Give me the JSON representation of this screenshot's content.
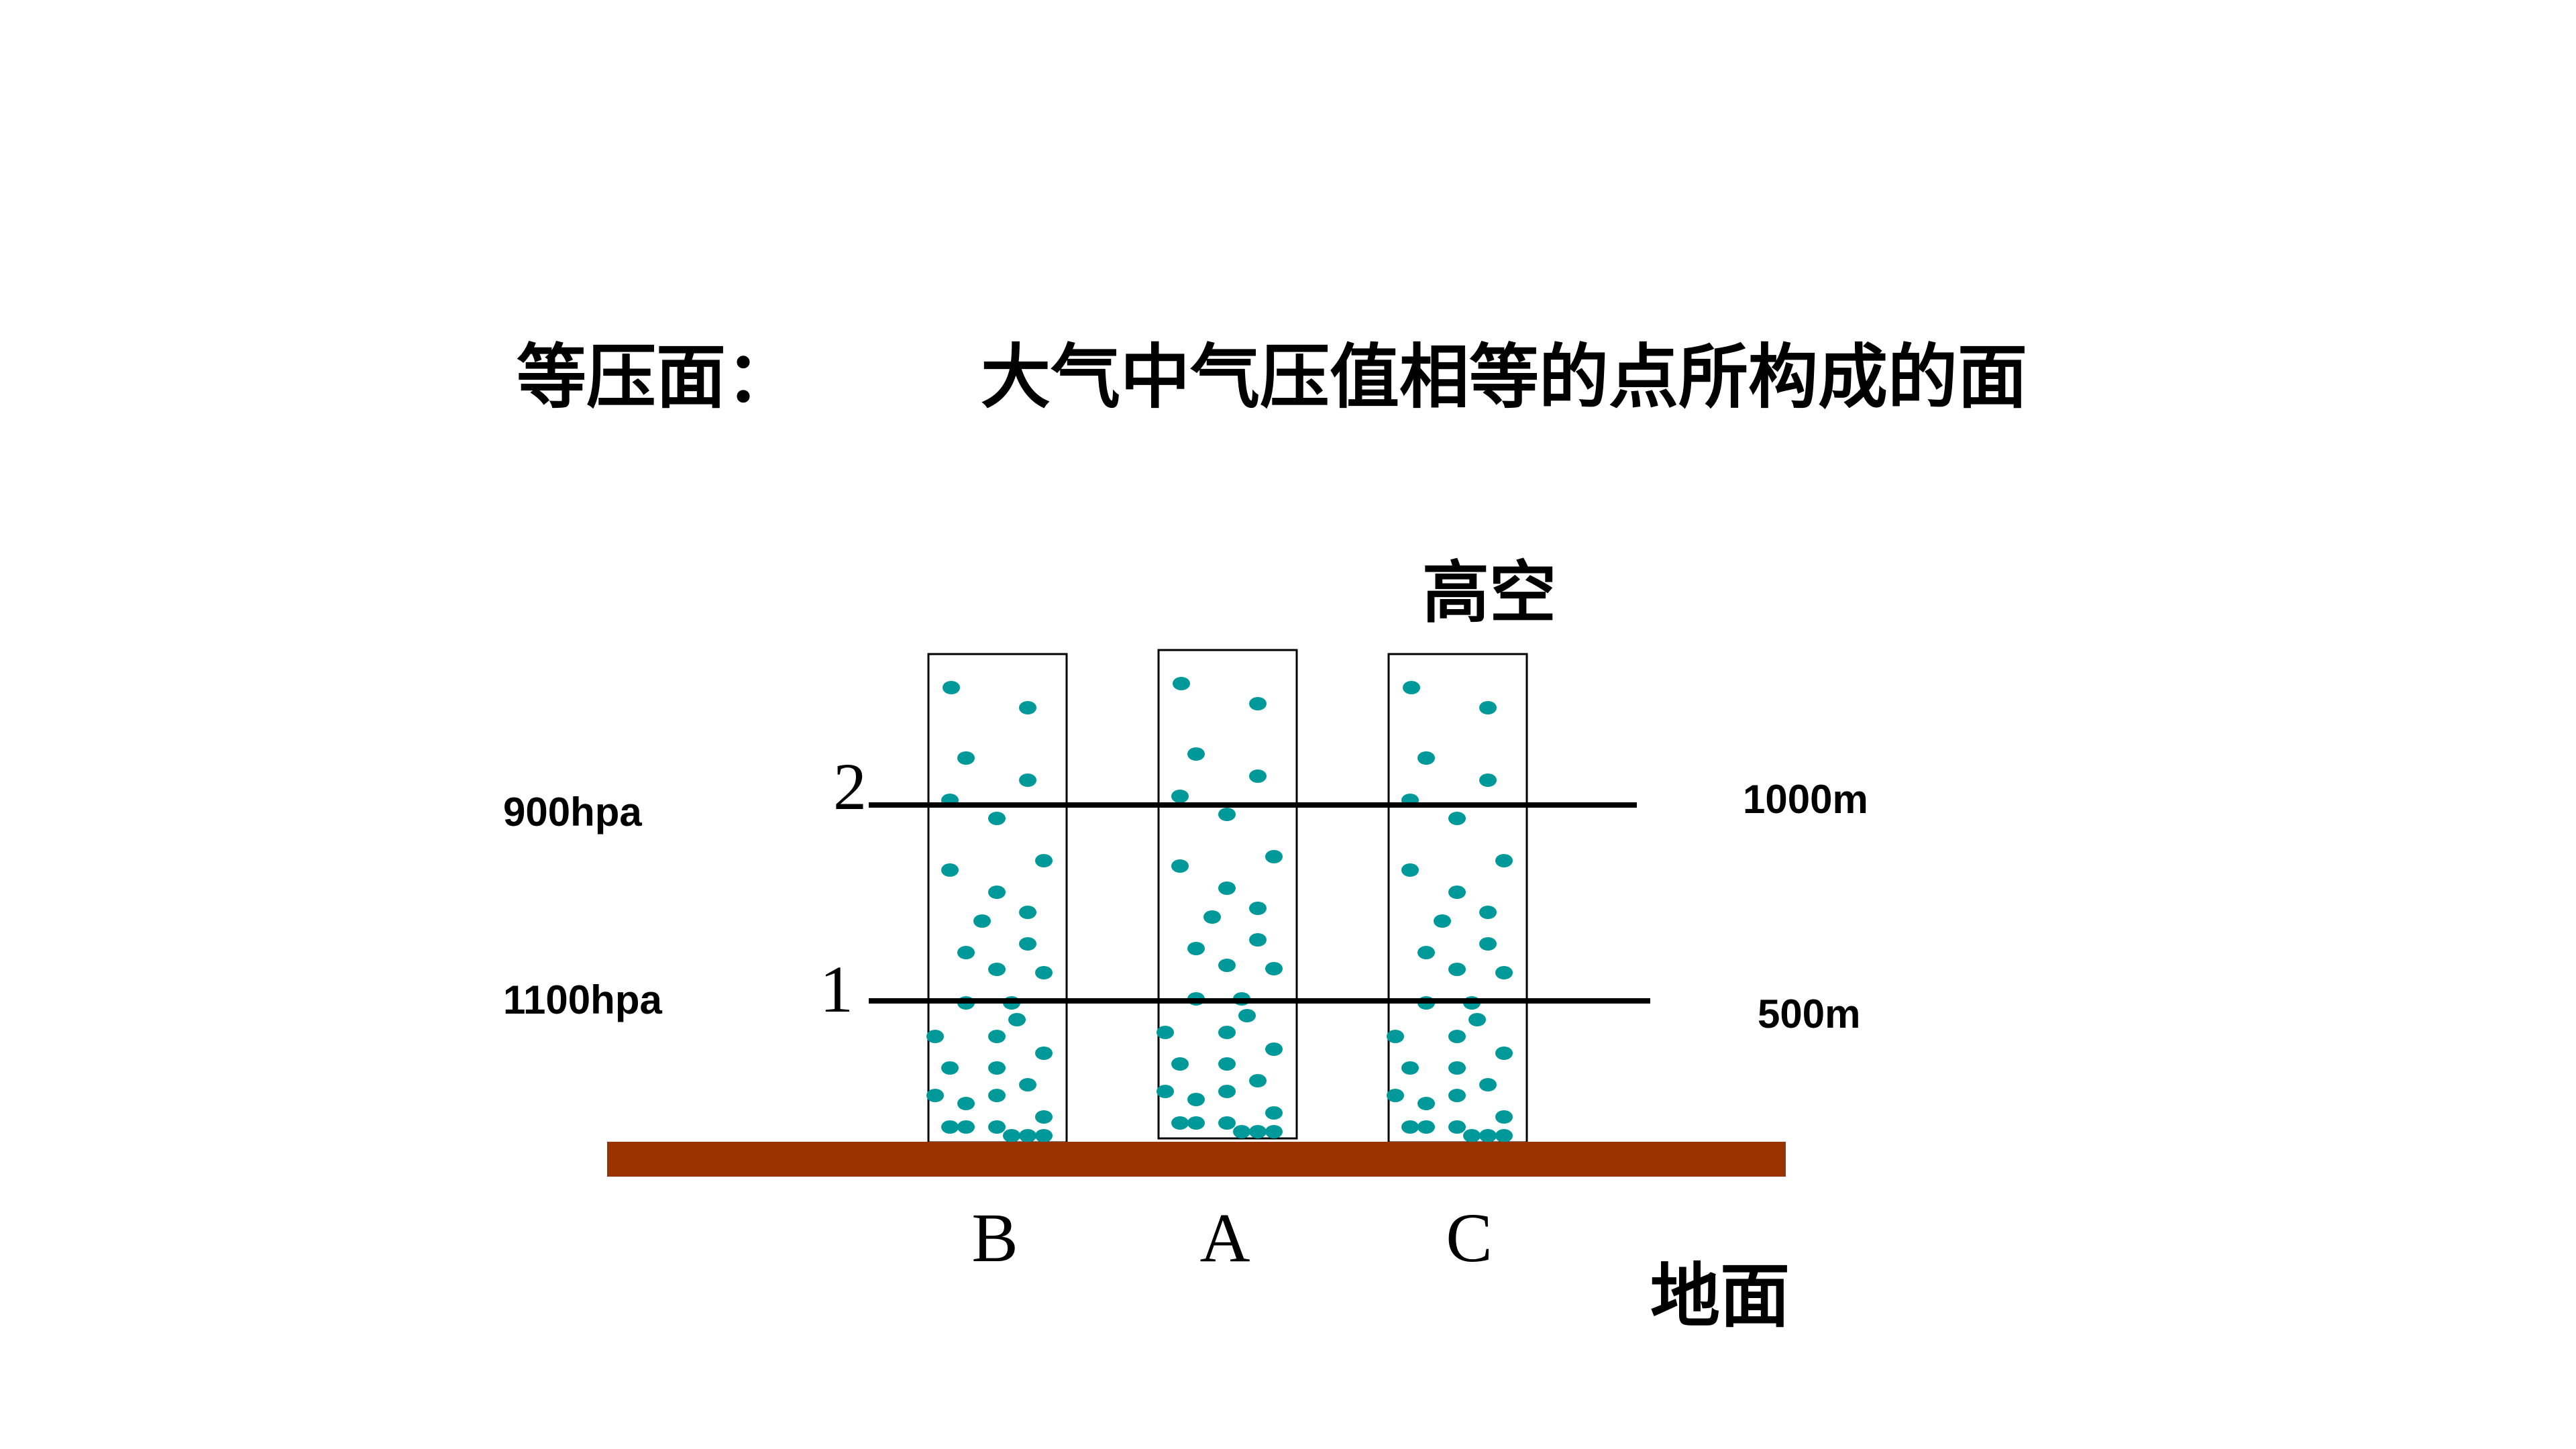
{
  "title": {
    "term": "等压面：",
    "definition": "大气中气压值相等的点所构成的面"
  },
  "labels": {
    "sky": "高空",
    "ground": "地面"
  },
  "isobars": [
    {
      "number": "2",
      "pressure": "900hpa",
      "height": "1000m"
    },
    {
      "number": "1",
      "pressure": "1100hpa",
      "height": "500m"
    }
  ],
  "columns": [
    {
      "label": "B"
    },
    {
      "label": "A"
    },
    {
      "label": "C"
    }
  ],
  "colors": {
    "ground": "#993300",
    "particle": "#009999",
    "line": "#000000",
    "column_border": "#000000"
  }
}
